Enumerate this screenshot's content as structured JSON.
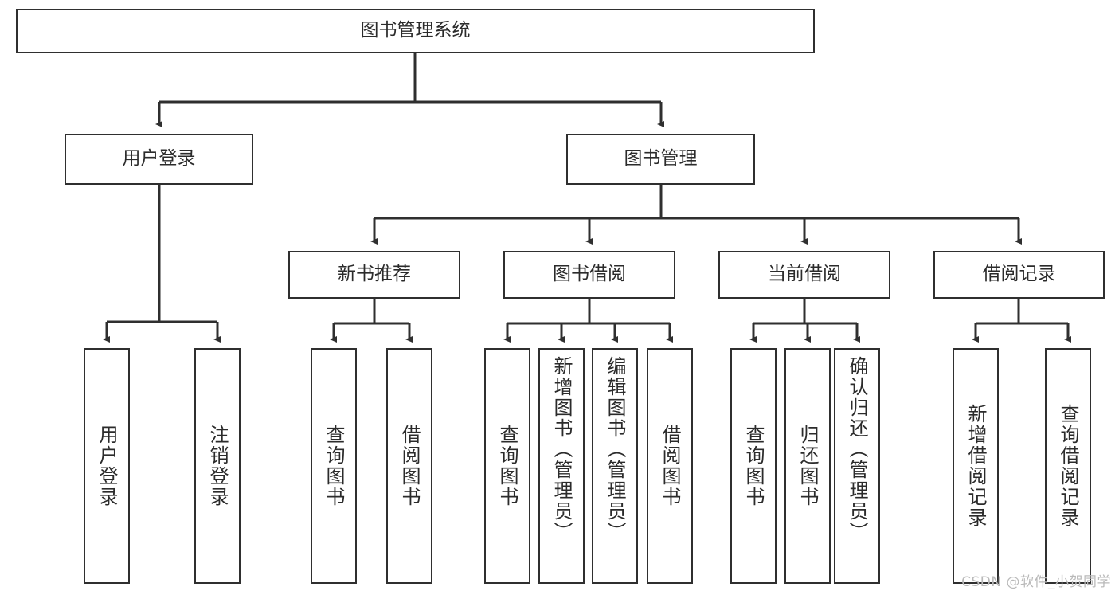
{
  "diagram": {
    "title": "图书管理系统",
    "type": "hierarchy-tree",
    "root": {
      "label": "图书管理系统"
    },
    "level2": [
      {
        "label": "用户登录"
      },
      {
        "label": "图书管理"
      }
    ],
    "level3": [
      {
        "label": "新书推荐"
      },
      {
        "label": "图书借阅"
      },
      {
        "label": "当前借阅"
      },
      {
        "label": "借阅记录"
      }
    ],
    "leaves": {
      "user_login": [
        {
          "label": "用户登录"
        },
        {
          "label": "注销登录"
        }
      ],
      "new_book_recommend": [
        {
          "label": "查询图书"
        },
        {
          "label": "借阅图书"
        }
      ],
      "book_borrow": [
        {
          "label": "查询图书"
        },
        {
          "label": "新增图书（管理员）"
        },
        {
          "label": "编辑图书（管理员）"
        },
        {
          "label": "借阅图书"
        }
      ],
      "current_borrow": [
        {
          "label": "查询图书"
        },
        {
          "label": "归还图书"
        },
        {
          "label": "确认归还（管理员）"
        }
      ],
      "borrow_record": [
        {
          "label": "新增借阅记录"
        },
        {
          "label": "查询借阅记录"
        }
      ]
    }
  },
  "watermark": {
    "text": "CSDN @软件_小贺同学"
  },
  "colors": {
    "stroke": "#2f2f2f",
    "text": "#2b2b2b",
    "background": "#ffffff",
    "watermark": "#b9b9b9"
  }
}
